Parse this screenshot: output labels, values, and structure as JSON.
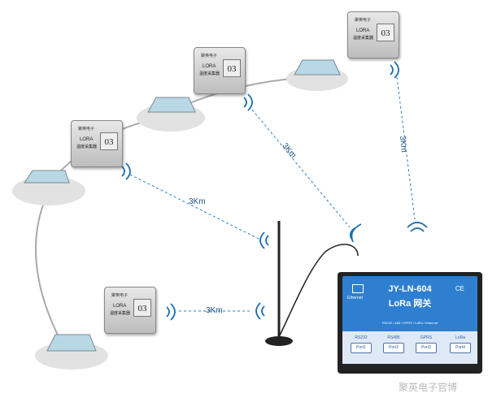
{
  "sensors": [
    {
      "brand": "聚英电子",
      "model": "LORA",
      "kind": "温度采集器",
      "number": "03"
    },
    {
      "brand": "聚英电子",
      "model": "LORA",
      "kind": "温度采集器",
      "number": "03"
    },
    {
      "brand": "聚英电子",
      "model": "LORA",
      "kind": "温度采集器",
      "number": "03"
    },
    {
      "brand": "聚英电子",
      "model": "LORA",
      "kind": "温度采集器",
      "number": "03"
    }
  ],
  "distances": [
    "3Km",
    "3Km",
    "3Km",
    "3Km"
  ],
  "gateway": {
    "model": "JY-LN-604",
    "name": "LoRa 网关",
    "interfaces": "RS232 / 485 / GPRS / LoRa / Ethernet",
    "ethernet_label": "Ethernet",
    "ce": "CE",
    "ports": [
      {
        "label": "RS232",
        "port": "Port1"
      },
      {
        "label": "RS485",
        "port": "Port2"
      },
      {
        "label": "GPRS",
        "port": "Port3"
      },
      {
        "label": "LoRa",
        "port": "Port4"
      }
    ]
  },
  "watermark": "聚英电子官博",
  "colors": {
    "link": "#2a7fc0",
    "gateway": "#2f7fd0"
  }
}
